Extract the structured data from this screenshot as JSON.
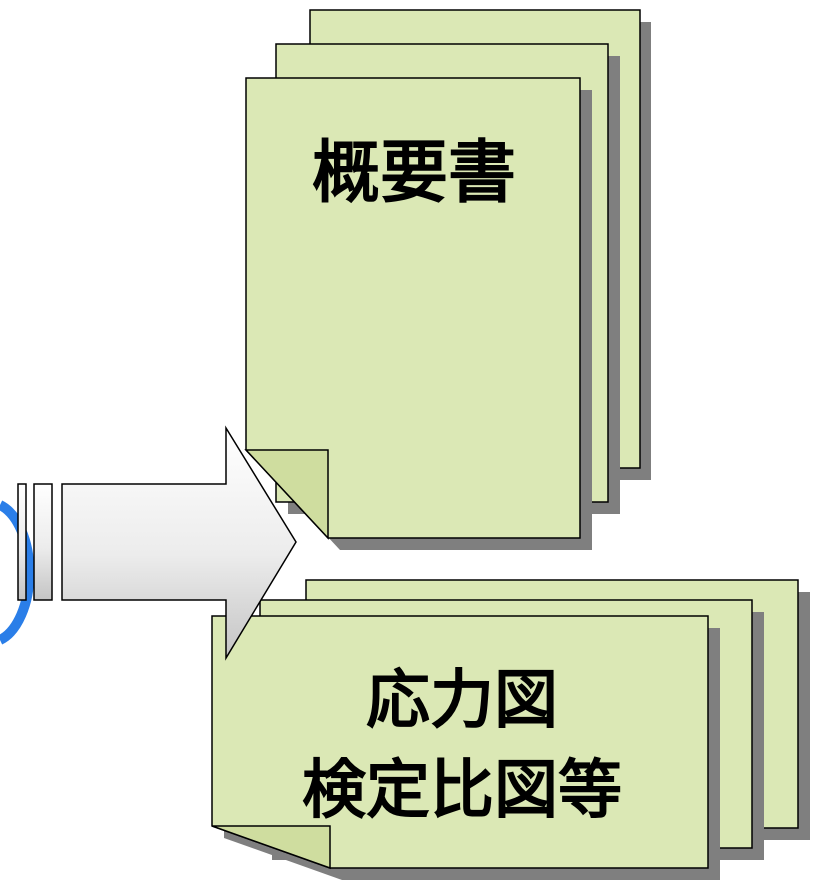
{
  "documents": {
    "summary": {
      "label": "概要書"
    },
    "stress": {
      "line1": "応力図",
      "line2": "検定比図等"
    }
  },
  "colors": {
    "page_fill": "#dbe8b5",
    "page_stroke": "#000000",
    "shadow": "#7f7f7f",
    "fold_fill": "#c9d89a",
    "arrow_fill_light": "#ffffff",
    "arrow_fill_dark": "#c8c8c8",
    "circle_accent": "#2a7ee8"
  }
}
